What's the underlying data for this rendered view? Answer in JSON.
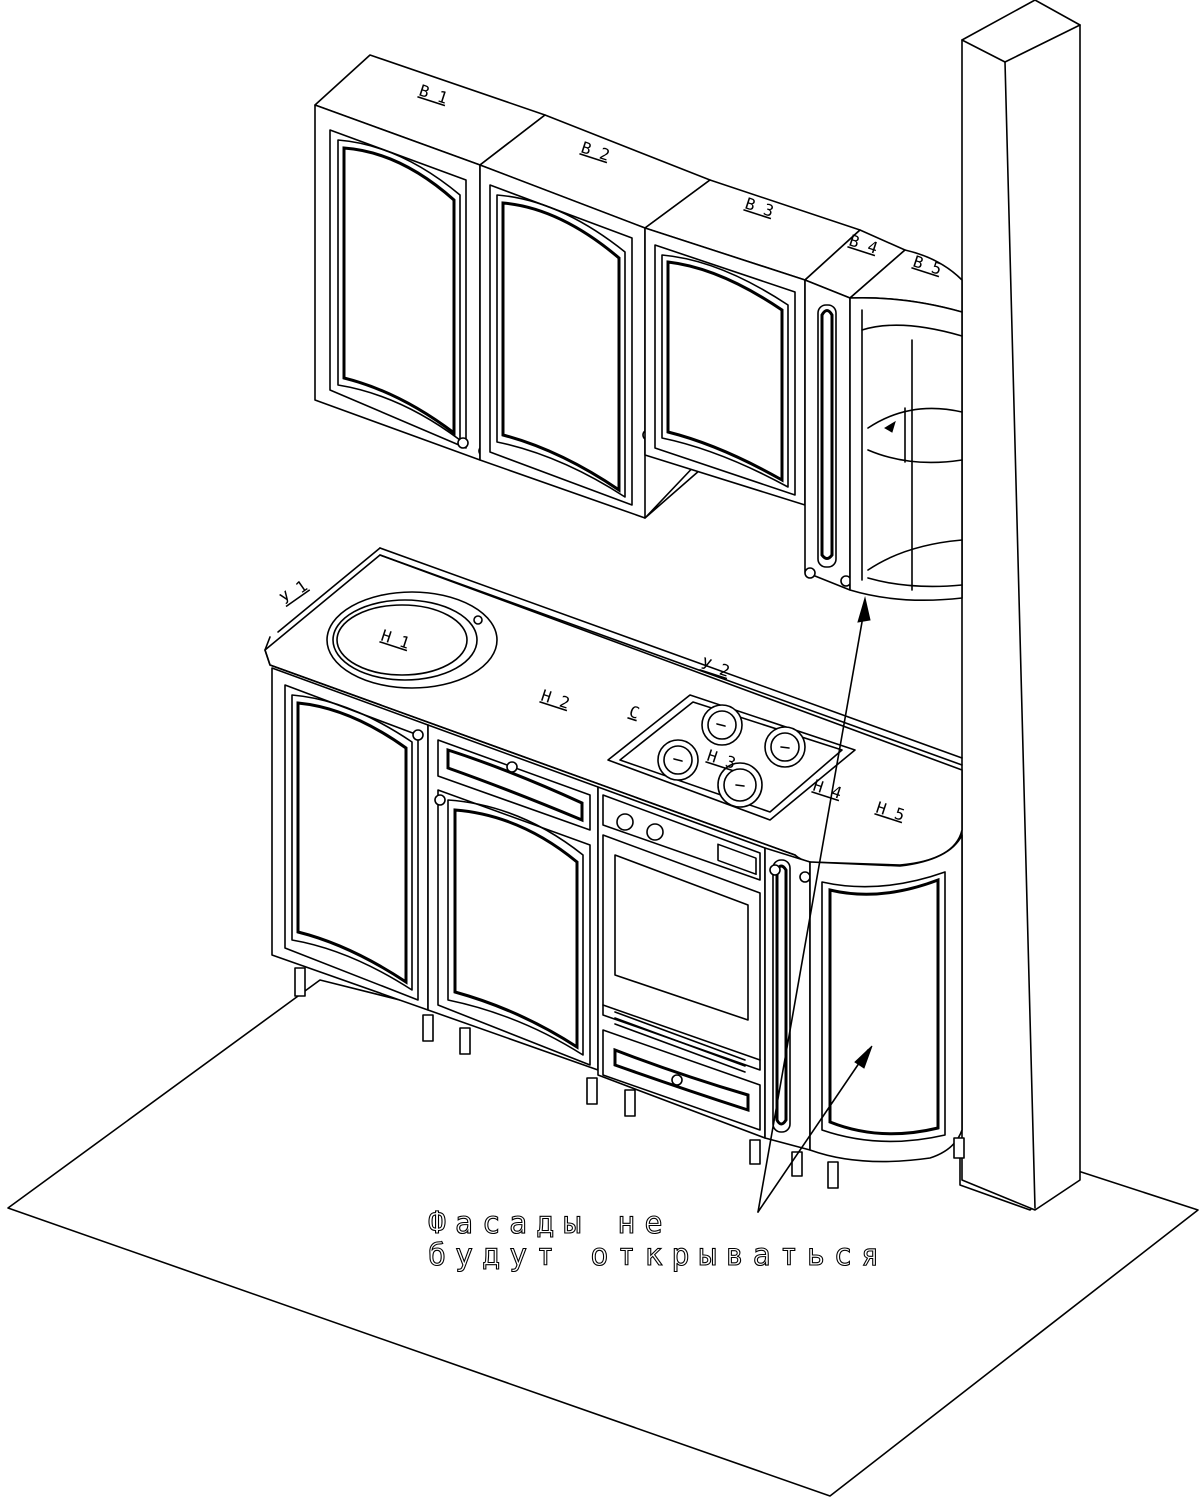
{
  "upper_cabinets": [
    {
      "label": "В 1"
    },
    {
      "label": "В 2"
    },
    {
      "label": "В 3"
    },
    {
      "label": "В 4"
    },
    {
      "label": "В 5"
    }
  ],
  "lower_cabinets": [
    {
      "label": "Н 1"
    },
    {
      "label": "Н 2"
    },
    {
      "label": "Н 3"
    },
    {
      "label": "Н 4"
    },
    {
      "label": "Н 5"
    }
  ],
  "countertop_label": "У 1",
  "countertop_label_2": "У 2",
  "cooktop_label": "С",
  "annotation": {
    "line1": "Фасады не",
    "line2": "будут открываться"
  }
}
